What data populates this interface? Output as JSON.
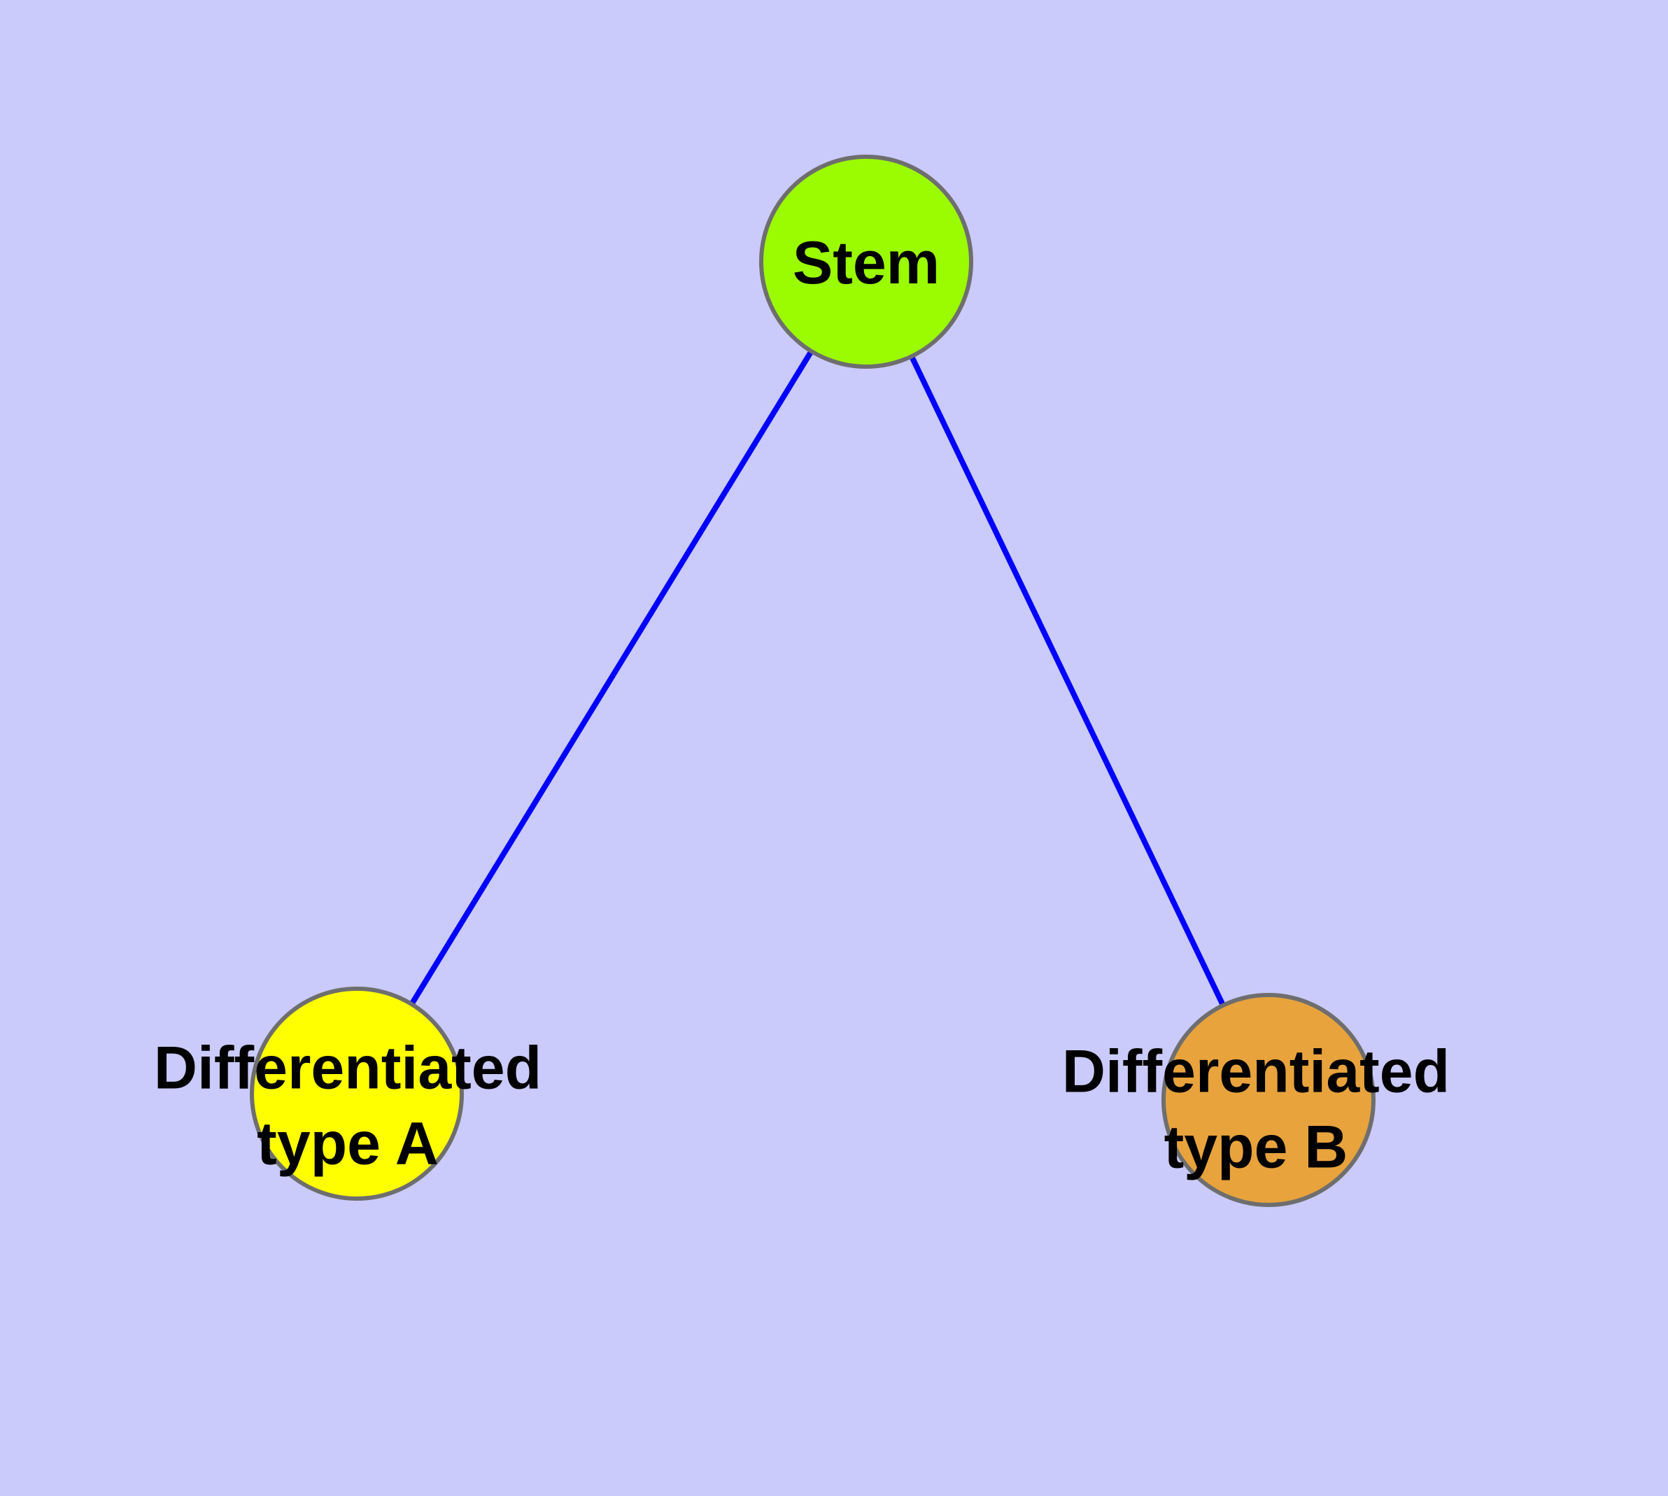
{
  "diagram": {
    "type": "graph",
    "description": "Cell differentiation hierarchy graph with a stem node and two differentiated child nodes",
    "background_color": "#CACAFB",
    "edge_color": "#0000FF",
    "node_border_color": "#6E6E6E",
    "label_color": "#000000",
    "nodes": [
      {
        "id": "stem",
        "label": "Stem",
        "color": "#9BFB00"
      },
      {
        "id": "type-a",
        "label": "Differentiated\ntype A",
        "color": "#FFFF00"
      },
      {
        "id": "type-b",
        "label": "Differentiated\ntype B",
        "color": "#E8A33C"
      }
    ],
    "edges": [
      {
        "from": "Stem",
        "to": "Differentiated type A"
      },
      {
        "from": "Stem",
        "to": "Differentiated type B"
      }
    ]
  }
}
